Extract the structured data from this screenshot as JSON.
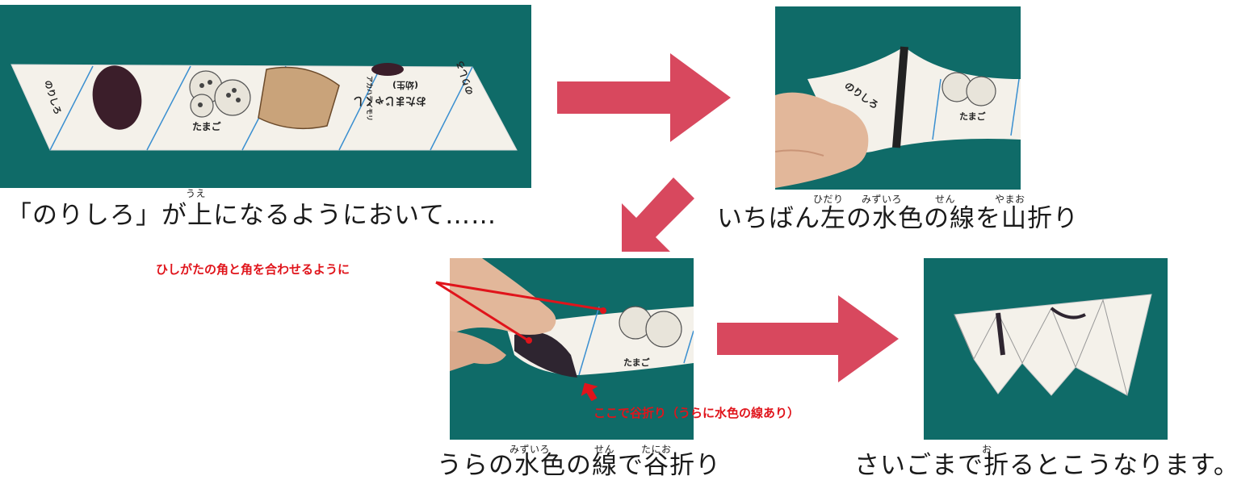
{
  "colors": {
    "arrow": "#d8485e",
    "photo_bg": "#0f6b68",
    "note_red": "#e0141b",
    "fold_line": "#3a8fd0"
  },
  "icons": [
    "right-arrow-icon",
    "down-left-arrow-icon",
    "right-arrow-icon"
  ],
  "steps": [
    {
      "caption": "「のりしろ」が上になるようにおいて……",
      "ruby": "うえ",
      "paper_labels": [
        "のりしろ",
        "たまご",
        "おたまじゃくし",
        "(幼生)",
        "アカハライモリ",
        "のりしろ"
      ]
    },
    {
      "caption": "いちばん左の水色の線を山折り",
      "ruby": [
        "ひだり",
        "みずいろ",
        "せん",
        "やまお"
      ],
      "paper_labels": [
        "のりしろ",
        "たまご"
      ]
    },
    {
      "caption": "うらの水色の線で谷折り",
      "ruby": [
        "みずいろ",
        "せん",
        "たにお"
      ],
      "note_top": "ひしがたの角と角を合わせるように",
      "note_bottom": "ここで谷折り（うらに水色の線あり）",
      "paper_labels": [
        "たまご"
      ]
    },
    {
      "caption": "さいごまで折るとこうなります。",
      "ruby": "お"
    }
  ]
}
